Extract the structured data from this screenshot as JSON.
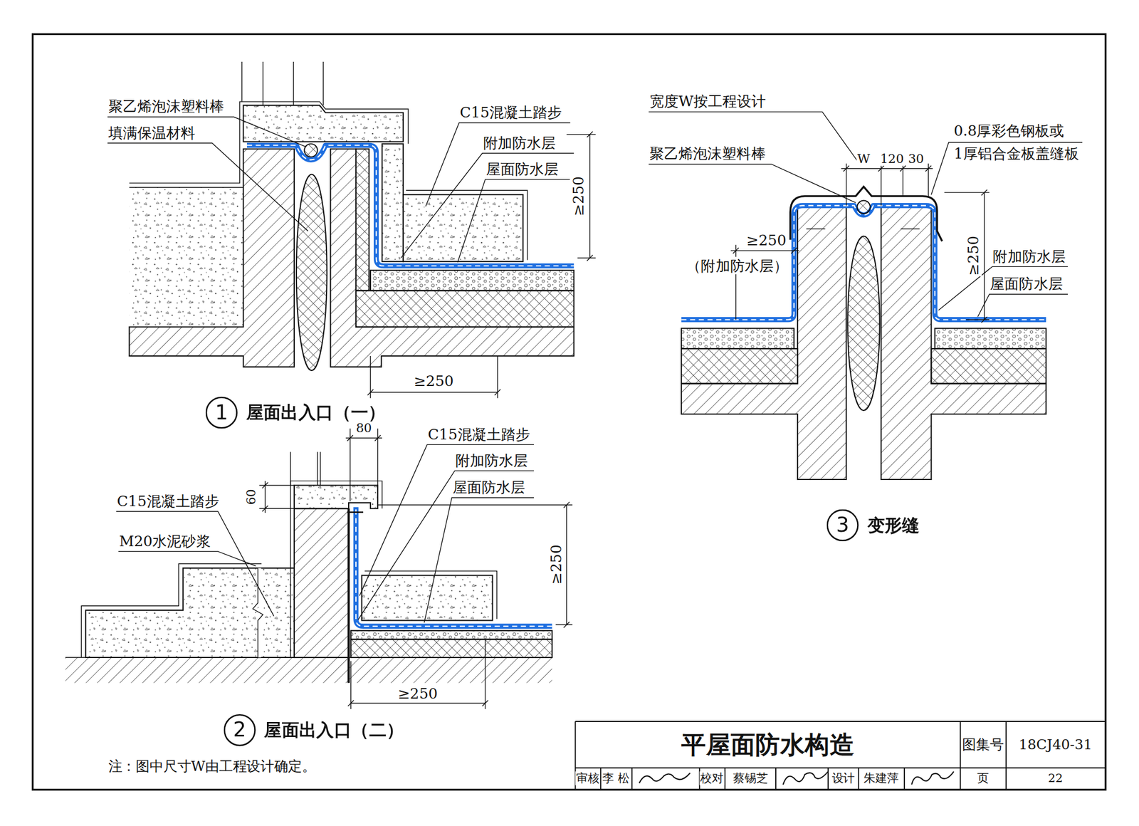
{
  "diagram": {
    "title": "平屋面防水构造",
    "nodes": [
      {
        "text": [
          "1",
          "屋面出入口（一）"
        ]
      },
      {
        "text": [
          "2",
          "屋面出入口（二）"
        ]
      },
      {
        "text": [
          "3",
          "变形缝"
        ]
      }
    ],
    "labels": [
      "聚乙烯泡沫塑料棒",
      "填满保温材料",
      "C15混凝土踏步",
      "附加防水层",
      "屋面防水层",
      "≥250",
      "≥250",
      "80",
      "C15混凝土踏步",
      "附加防水层",
      "屋面防水层",
      "60",
      "C15混凝土踏步",
      "M20水泥砂浆",
      "≥250",
      "≥250",
      "宽度W按工程设计",
      "0.8厚彩色钢板或",
      "1厚铝合金板盖缝板",
      "聚乙烯泡沫塑料棒",
      "W",
      "120",
      "30",
      "≥250",
      "（附加防水层）",
      "≥250",
      "附加防水层",
      "屋面防水层",
      "注：图中尺寸W由工程设计确定。",
      "图集号",
      "18CJ40-31",
      "审核",
      "李 松",
      "校对",
      "蔡锡芝",
      "设计",
      "朱建萍",
      "页",
      "22"
    ]
  }
}
